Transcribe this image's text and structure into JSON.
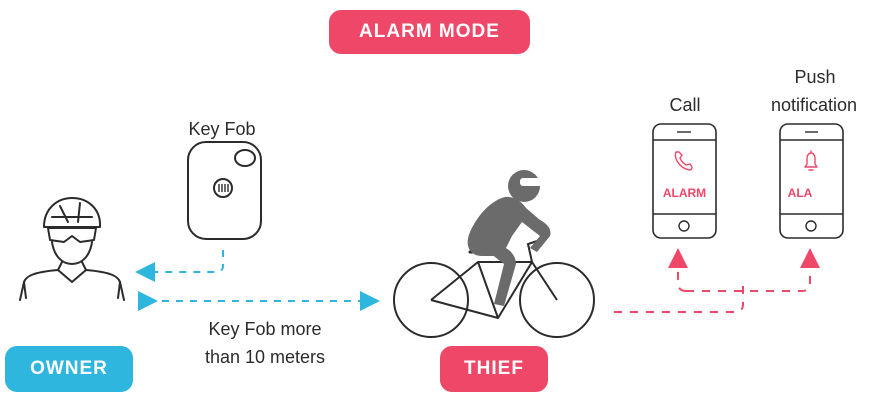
{
  "header": {
    "mode_label": "ALARM MODE"
  },
  "roles": {
    "owner_label": "OWNER",
    "thief_label": "THIEF"
  },
  "keyfob": {
    "label": "Key Fob"
  },
  "distance": {
    "line1": "Key Fob more",
    "line2": "than 10 meters"
  },
  "phones": [
    {
      "top_label": "Call",
      "screen_text": "ALARM",
      "icon": "phone-call-icon"
    },
    {
      "top_label_line1": "Push",
      "top_label_line2": "notification",
      "screen_text": "ALA",
      "icon": "bell-icon"
    }
  ],
  "colors": {
    "accent_red": "#ef4767",
    "accent_blue": "#2fb6df",
    "line": "#2b2b2b",
    "thief_fill": "#6b6b6b"
  }
}
